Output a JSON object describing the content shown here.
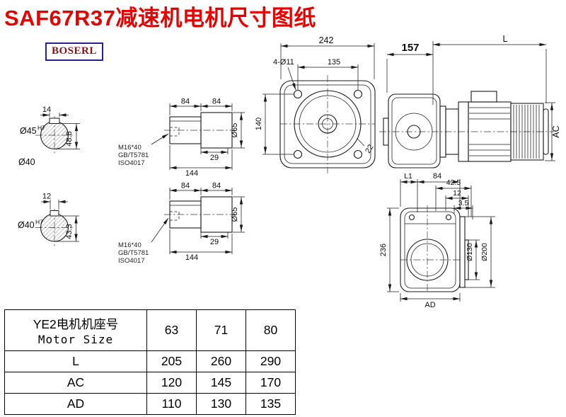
{
  "page": {
    "title": "SAF67R37减速机电机尺寸图纸",
    "logo": "BOSERL"
  },
  "dims": {
    "shaft1": {
      "key_w": "14",
      "dia": "Ø45",
      "tol": "H7",
      "h": "48.8",
      "dia2": "Ø40"
    },
    "shaft2": {
      "key_w": "12",
      "dia": "Ø40",
      "tol": "H7",
      "h": "43.3"
    },
    "side1": {
      "a": "84",
      "b": "84",
      "screw": "M16*40",
      "std1": "GB/T5781",
      "std2": "ISO4017",
      "c": "29",
      "len": "144",
      "dia": "Ø65"
    },
    "side2": {
      "a": "84",
      "b": "84",
      "screw": "M16*40",
      "std1": "GB/T5781",
      "std2": "ISO4017",
      "c": "29",
      "len": "144",
      "dia": "Ø65"
    },
    "front": {
      "w": "242",
      "bolt_span": "135",
      "holes": "4-Ø11",
      "h": "140",
      "ang": "22"
    },
    "motor": {
      "gear_len": "157",
      "motor_len": "L",
      "height": "AC"
    },
    "rear": {
      "l1": "L1",
      "a": "84",
      "b": "42.5",
      "c": "12",
      "d": "3.5",
      "h": "236",
      "dia1": "Ø130",
      "dia2": "Ø200",
      "ad": "AD"
    }
  },
  "table": {
    "header": {
      "line1": "YE2电机机座号",
      "line2": "Motor Size"
    },
    "sizes": [
      "63",
      "71",
      "80"
    ],
    "rows": [
      {
        "label": "L",
        "values": [
          "205",
          "260",
          "290"
        ]
      },
      {
        "label": "AC",
        "values": [
          "120",
          "145",
          "170"
        ]
      },
      {
        "label": "AD",
        "values": [
          "110",
          "130",
          "135"
        ]
      }
    ]
  }
}
